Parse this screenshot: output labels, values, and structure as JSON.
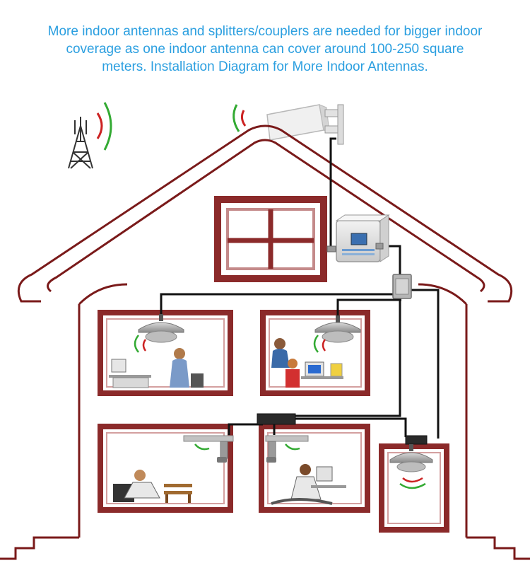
{
  "caption": {
    "line1": "More indoor antennas and splitters/couplers are needed for bigger indoor",
    "line2": "coverage as one indoor antenna can cover around 100-250 square",
    "line3": "meters. Installation Diagram for More Indoor Antennas."
  },
  "colors": {
    "caption": "#2b9fe0",
    "house_outline": "#7a1a1a",
    "window_frame": "#8b2a2a",
    "cable": "#111111",
    "signal_red": "#cc2222",
    "signal_green": "#33aa33"
  },
  "components": {
    "outdoor_antenna": "log-periodic-antenna-icon",
    "cell_tower": "cell-tower-icon",
    "repeater": "signal-booster-icon",
    "splitter": "splitter-icon",
    "indoor_antenna": "ceiling-antenna-icon",
    "panel_antenna": "panel-antenna-icon",
    "coupler": "coupler-icon"
  }
}
